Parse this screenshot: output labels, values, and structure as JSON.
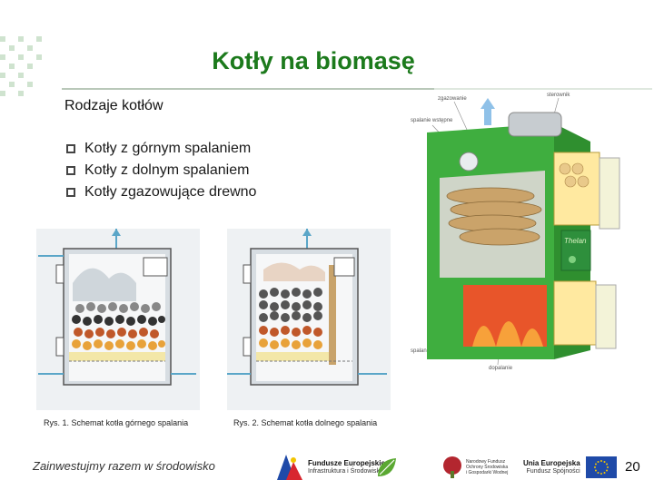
{
  "slide": {
    "title": "Kotły na biomasę",
    "subtitle": "Rodzaje kotłów",
    "types": [
      "Kotły z górnym spalaniem",
      "Kotły z dolnym spalaniem",
      "Kotły zgazowujące drewno"
    ],
    "page_number": "20"
  },
  "figures": {
    "fig1_caption": "Rys. 1. Schemat kotła górnego spalania",
    "fig2_caption": "Rys. 2. Schemat kotła dolnego spalania"
  },
  "boiler_diagram": {
    "labels": [
      "zgazowanie",
      "sterownik",
      "spalanie wstępne",
      "spalanie główne",
      "dopalanie"
    ],
    "brand": "Thelan"
  },
  "footer": {
    "slogan": "Zainwestujmy razem w środowisko",
    "logo_fe_title": "Fundusze Europejskie",
    "logo_fe_sub": "Infrastruktura i Środowisko",
    "logo_nfos": "Narodowy Fundusz Ochrony Środowiska i Gospodarki Wodnej",
    "logo_ue_title": "Unia Europejska",
    "logo_ue_sub": "Fundusz Spójności"
  },
  "colors": {
    "title": "#1c7a1c",
    "boiler_body": "#3fae3f",
    "fire": "#e8552a",
    "eu_blue": "#1f4aa8"
  }
}
